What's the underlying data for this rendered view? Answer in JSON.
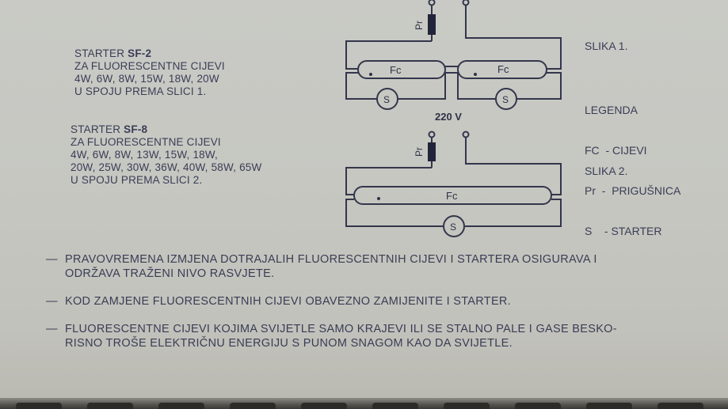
{
  "starter_sf2": {
    "line1_prefix": "STARTER ",
    "model": "SF-2",
    "line2": "ZA FLUORESCENTNE CIJEVI",
    "line3": "4W, 6W, 8W, 15W, 18W, 20W",
    "line4": "U SPOJU PREMA SLICI 1."
  },
  "starter_sf8": {
    "line1_prefix": "STARTER ",
    "model": "SF-8",
    "line2": "ZA FLUORESCENTNE CIJEVI",
    "line3": "4W, 6W, 8W, 13W, 15W, 18W,",
    "line4": "20W, 25W, 30W, 36W, 40W, 58W, 65W",
    "line5": "U SPOJU PREMA SLICI 2."
  },
  "figure1": {
    "caption": "SLIKA 1.",
    "choke_label": "Pr",
    "tube_label": "Fc",
    "starter_label": "S"
  },
  "figure2": {
    "caption": "SLIKA 2.",
    "voltage": "220 V",
    "choke_label": "Pr",
    "tube_label": "Fc",
    "starter_label": "S"
  },
  "legend": {
    "title": "LEGENDA",
    "items": [
      "FC  - CIJEVI",
      "Pr  -  PRIGUŠNICA",
      "S    - STARTER"
    ]
  },
  "notes": [
    {
      "dash": "—",
      "line1": "PRAVOVREMENA IZMJENA DOTRAJALIH FLUORESCENTNIH CIJEVI I STARTERA OSIGURAVA I",
      "line2": "ODRŽAVA TRAŽENI NIVO RASVJETE."
    },
    {
      "dash": "—",
      "line1": "KOD ZAMJENE FLUORESCENTNIH CIJEVI OBAVEZNO ZAMIJENITE I STARTER."
    },
    {
      "dash": "—",
      "line1": "FLUORESCENTNE CIJEVI KOJIMA SVIJETLE SAMO KRAJEVI ILI SE STALNO PALE I GASE BESKO-",
      "line2": "RISNO TROŠE ELEKTRIČNU ENERGIJU S PUNOM SNAGOM KAO DA SVIJETLE."
    }
  ]
}
